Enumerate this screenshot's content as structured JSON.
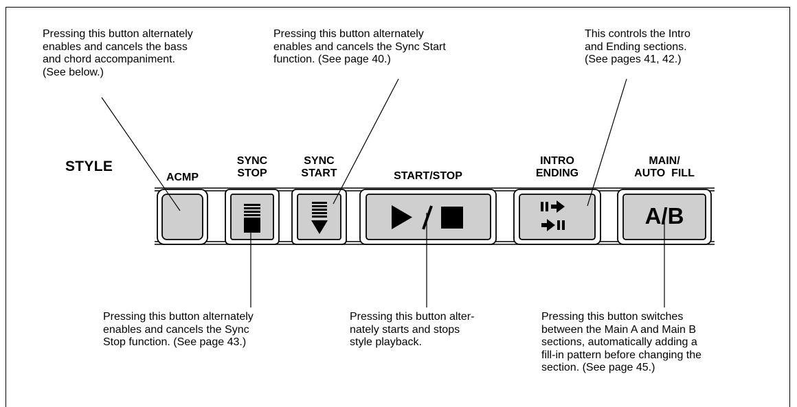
{
  "section_label": "STYLE",
  "buttons": {
    "acmp": {
      "label": "ACMP"
    },
    "sync_stop": {
      "label_line1": "SYNC",
      "label_line2": "STOP"
    },
    "sync_start": {
      "label_line1": "SYNC",
      "label_line2": "START"
    },
    "start_stop": {
      "label": "START/STOP",
      "symbol": "▶/■"
    },
    "intro_ending": {
      "label_line1": "INTRO",
      "label_line2": "ENDING"
    },
    "main_auto_fill": {
      "label_line1": "MAIN/",
      "label_line2": "AUTO  FILL",
      "symbol": "A/B"
    }
  },
  "notes": {
    "acmp": [
      "Pressing this button alternately",
      "enables and cancels the bass",
      "and chord accompaniment.",
      "(See below.)"
    ],
    "sync_start": [
      "Pressing this button alternately",
      "enables and cancels the Sync Start",
      "function.  (See page 40.)"
    ],
    "intro_ending": [
      "This controls the Intro",
      "and Ending sections.",
      "(See pages 41, 42.)"
    ],
    "sync_stop": [
      "Pressing this button alternately",
      "enables and cancels the Sync",
      "Stop function.  (See page 43.)"
    ],
    "start_stop": [
      "Pressing this button alter-",
      "nately starts and stops",
      "style playback."
    ],
    "main_auto_fill": [
      "Pressing this button switches",
      "between the Main A and Main B",
      "sections, automatically adding a",
      "fill-in pattern before changing the",
      "section.  (See page 45.)"
    ]
  }
}
